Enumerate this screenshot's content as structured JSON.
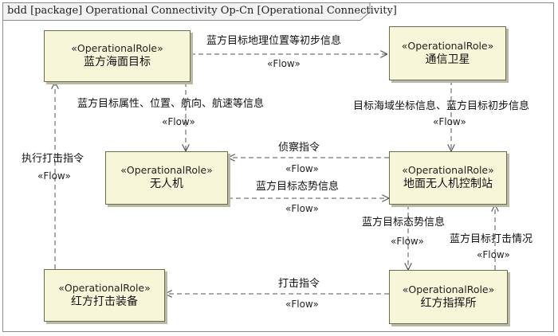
{
  "diagram": {
    "title": "bdd [package] Operational Connectivity Op-Cn [Operational Connectivity]",
    "stereotype": "«OperationalRole»",
    "blocks": {
      "blue_sea_target": "蓝方海面目标",
      "comm_satellite": "通信卫星",
      "uav": "无人机",
      "ground_uav_control": "地面无人机控制站",
      "red_strike_equipment": "红方打击装备",
      "red_command_post": "红方指挥所"
    },
    "flows": {
      "target_to_satellite": {
        "label": "蓝方目标地理位置等初步信息",
        "stereotype": "«Flow»"
      },
      "target_to_uav": {
        "label": "蓝方目标属性、位置、航向、航速等信息",
        "stereotype": "«Flow»"
      },
      "satellite_to_ground": {
        "label": "目标海域坐标信息、蓝方目标初步信息",
        "stereotype": "«Flow»"
      },
      "ground_to_uav": {
        "label": "侦察指令",
        "stereotype": "«Flow»"
      },
      "uav_to_ground": {
        "label": "蓝方目标态势信息",
        "stereotype": "«Flow»"
      },
      "ground_to_command": {
        "label": "蓝方目标态势信息",
        "stereotype": "«Flow»"
      },
      "command_to_ground": {
        "label": "蓝方目标打击情况",
        "stereotype": "«Flow»"
      },
      "command_to_strike": {
        "label": "打击指令",
        "stereotype": "«Flow»"
      },
      "strike_to_target": {
        "label": "执行打击指令",
        "stereotype": "«Flow»"
      }
    },
    "colors": {
      "block_fill": "#f8f6d9",
      "block_border": "#6b6b4e",
      "line": "#555555"
    }
  }
}
